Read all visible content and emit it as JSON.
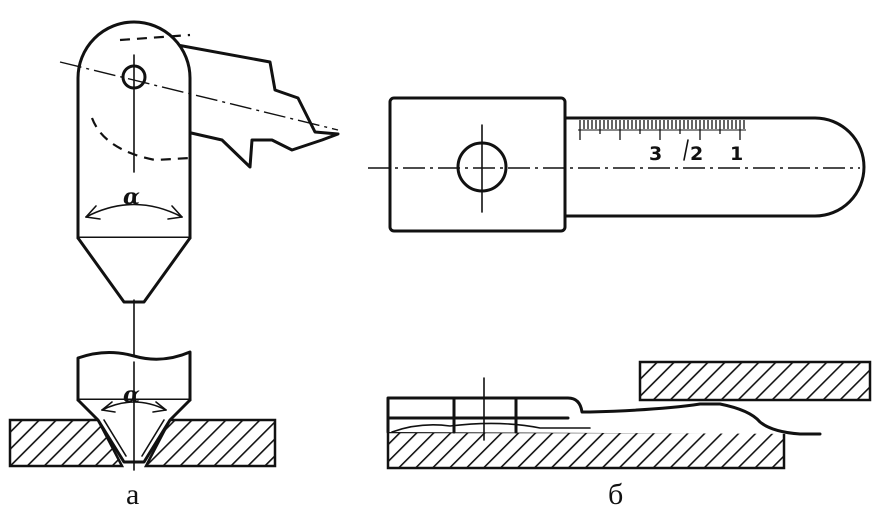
{
  "figure_a": {
    "angle_top": "α",
    "angle_bottom": "α",
    "caption": "а"
  },
  "figure_b": {
    "scale_labels": [
      "3",
      "2",
      "1"
    ],
    "caption": "б"
  }
}
